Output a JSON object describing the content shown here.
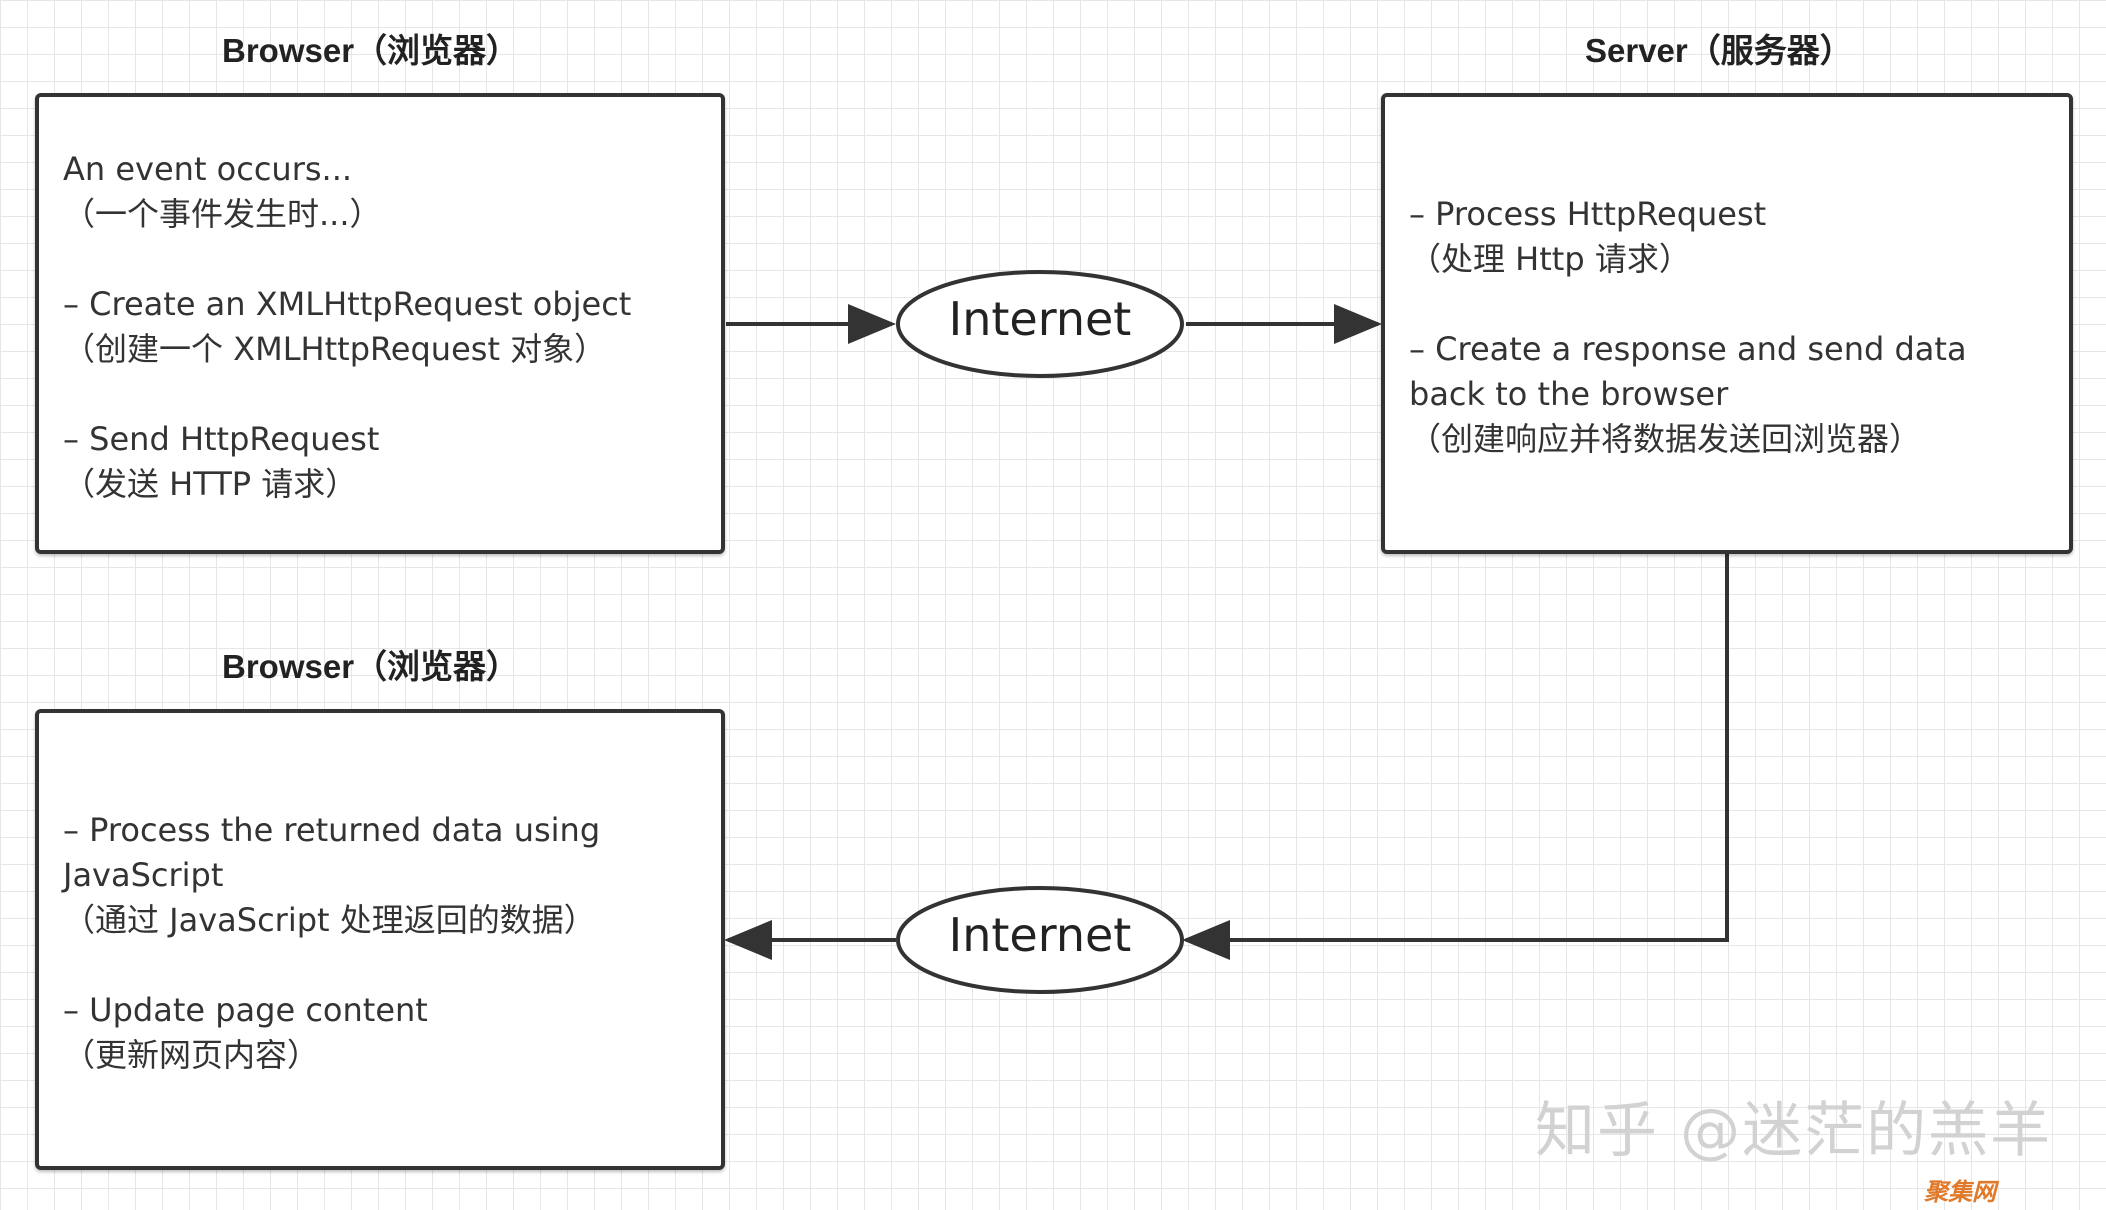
{
  "top_left": {
    "heading": "Browser（浏览器）",
    "lines": [
      "An event occurs...",
      "（一个事件发生时...）",
      "– Create an XMLHttpRequest object",
      "（创建一个 XMLHttpRequest 对象）",
      "– Send HttpRequest",
      "（发送 HTTP 请求）"
    ]
  },
  "top_right": {
    "heading": "Server（服务器）",
    "lines": [
      "– Process HttpRequest",
      "（处理 Http 请求）",
      "– Create a response and send data",
      "back to the browser",
      "（创建响应并将数据发送回浏览器）"
    ]
  },
  "bottom_left": {
    "heading": "Browser（浏览器）",
    "lines": [
      "– Process the returned data using",
      "JavaScript",
      "（通过 JavaScript 处理返回的数据）",
      "– Update page content",
      "（更新网页内容）"
    ]
  },
  "internet_top": {
    "label": "Internet"
  },
  "internet_bottom": {
    "label": "Internet"
  },
  "watermark": {
    "text": "知乎 @迷茫的羔羊"
  },
  "stamp": {
    "text": "聚集网"
  },
  "colors": {
    "border": "#333333",
    "grid": "#e6e6e6",
    "watermark": "#d2d2d2",
    "stamp": "#e07a2a"
  }
}
